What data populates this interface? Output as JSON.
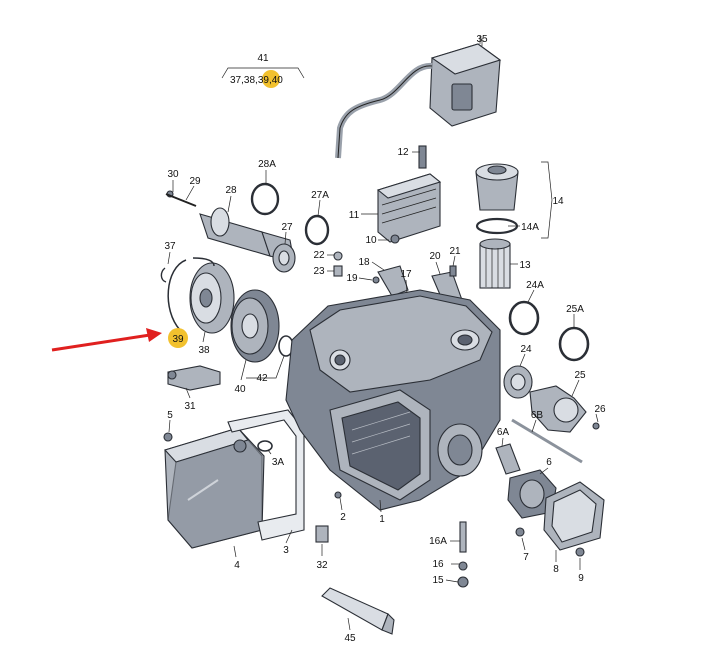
{
  "colors": {
    "highlight": "#f2c12e",
    "arrow": "#e0201f",
    "part_light": "#d9dde3",
    "part_mid": "#aeb4bd",
    "part_dark": "#5b6270"
  },
  "group_header": {
    "number": "41",
    "members_prefix": "37,38,",
    "members_highlight": "39",
    "members_suffix": ",40"
  },
  "callout_39": "39",
  "callouts": {
    "c35": "35",
    "c12": "12",
    "c14": "14",
    "c11": "11",
    "c14a": "14A",
    "c10": "10",
    "c30": "30",
    "c29": "29",
    "c28": "28",
    "c28a": "28A",
    "c27a": "27A",
    "c27": "27",
    "c22": "22",
    "c23": "23",
    "c18": "18",
    "c19": "19",
    "c17": "17",
    "c20": "20",
    "c21": "21",
    "c13": "13",
    "c37": "37",
    "c38": "38",
    "c24a": "24A",
    "c25a": "25A",
    "c24": "24",
    "c25": "25",
    "c26": "26",
    "c6b": "6B",
    "c40": "40",
    "c42": "42",
    "c31": "31",
    "c5": "5",
    "c3a": "3A",
    "c6a": "6A",
    "c6": "6",
    "c2": "2",
    "c1": "1",
    "c4": "4",
    "c3": "3",
    "c32": "32",
    "c16a": "16A",
    "c16": "16",
    "c15": "15",
    "c7": "7",
    "c8": "8",
    "c9": "9",
    "c45": "45"
  }
}
